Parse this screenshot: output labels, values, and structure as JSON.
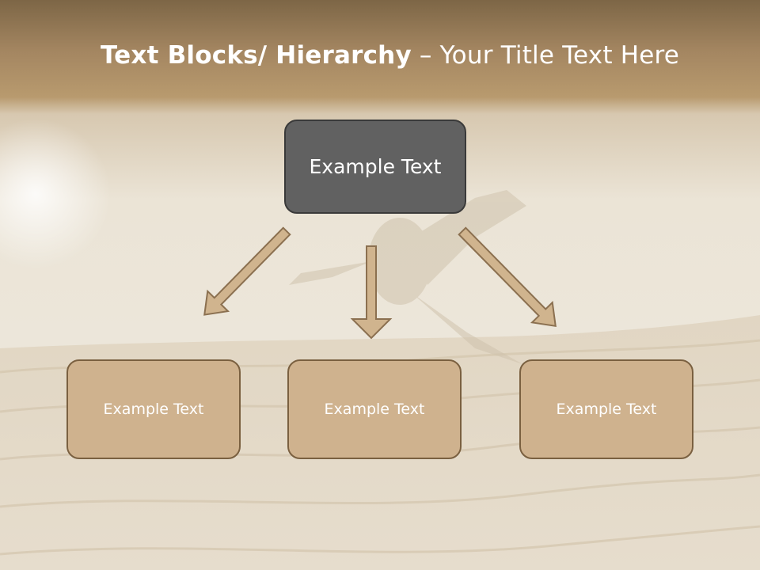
{
  "title": {
    "bold_part": "Text Blocks/ Hierarchy",
    "rest_part": " – Your Title Text Here"
  },
  "diagram": {
    "top_node": "Example Text",
    "children": [
      "Example Text",
      "Example Text",
      "Example Text"
    ]
  },
  "colors": {
    "top_node_fill": "#616161",
    "child_node_fill": "#cfb28e",
    "arrow_fill": "#d0b48e",
    "header_band": "#b89a6c"
  }
}
